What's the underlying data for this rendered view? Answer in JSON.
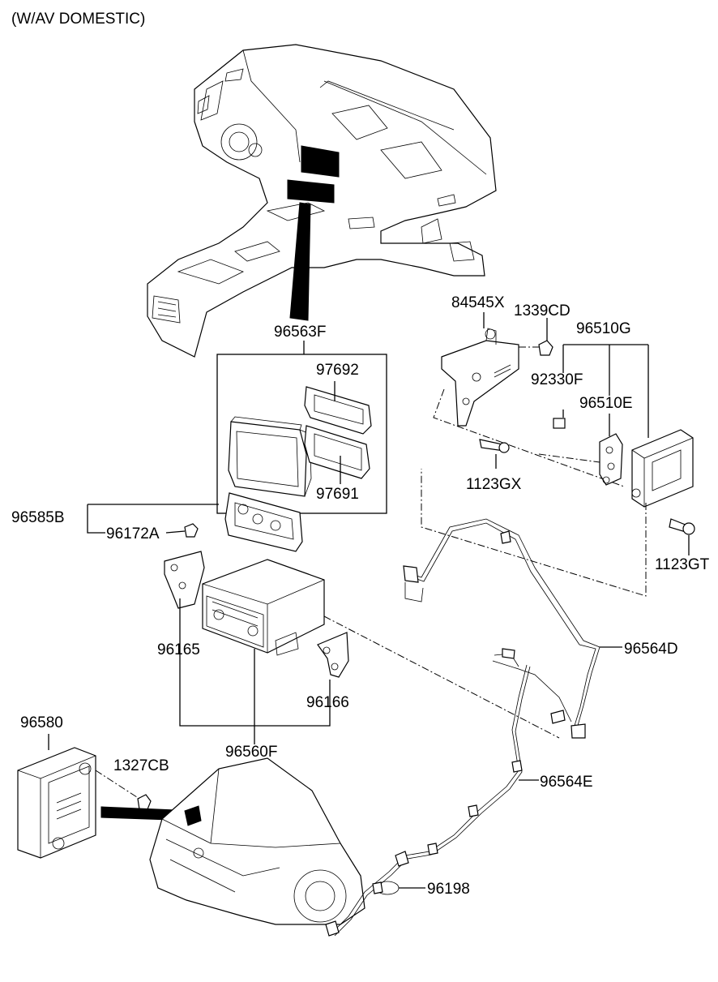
{
  "title": "(W/AV DOMESTIC)",
  "part_labels": {
    "p96563F": "96563F",
    "p97692": "97692",
    "p97691": "97691",
    "p96585B": "96585B",
    "p96172A": "96172A",
    "p96165": "96165",
    "p96166": "96166",
    "p96560F": "96560F",
    "p96580": "96580",
    "p1327CB": "1327CB",
    "p84545X": "84545X",
    "p1339CD": "1339CD",
    "p96510G": "96510G",
    "p92330F": "92330F",
    "p96510E": "96510E",
    "p1123GX": "1123GX",
    "p1123GT": "1123GT",
    "p96564D": "96564D",
    "p96564E": "96564E",
    "p96198": "96198"
  }
}
